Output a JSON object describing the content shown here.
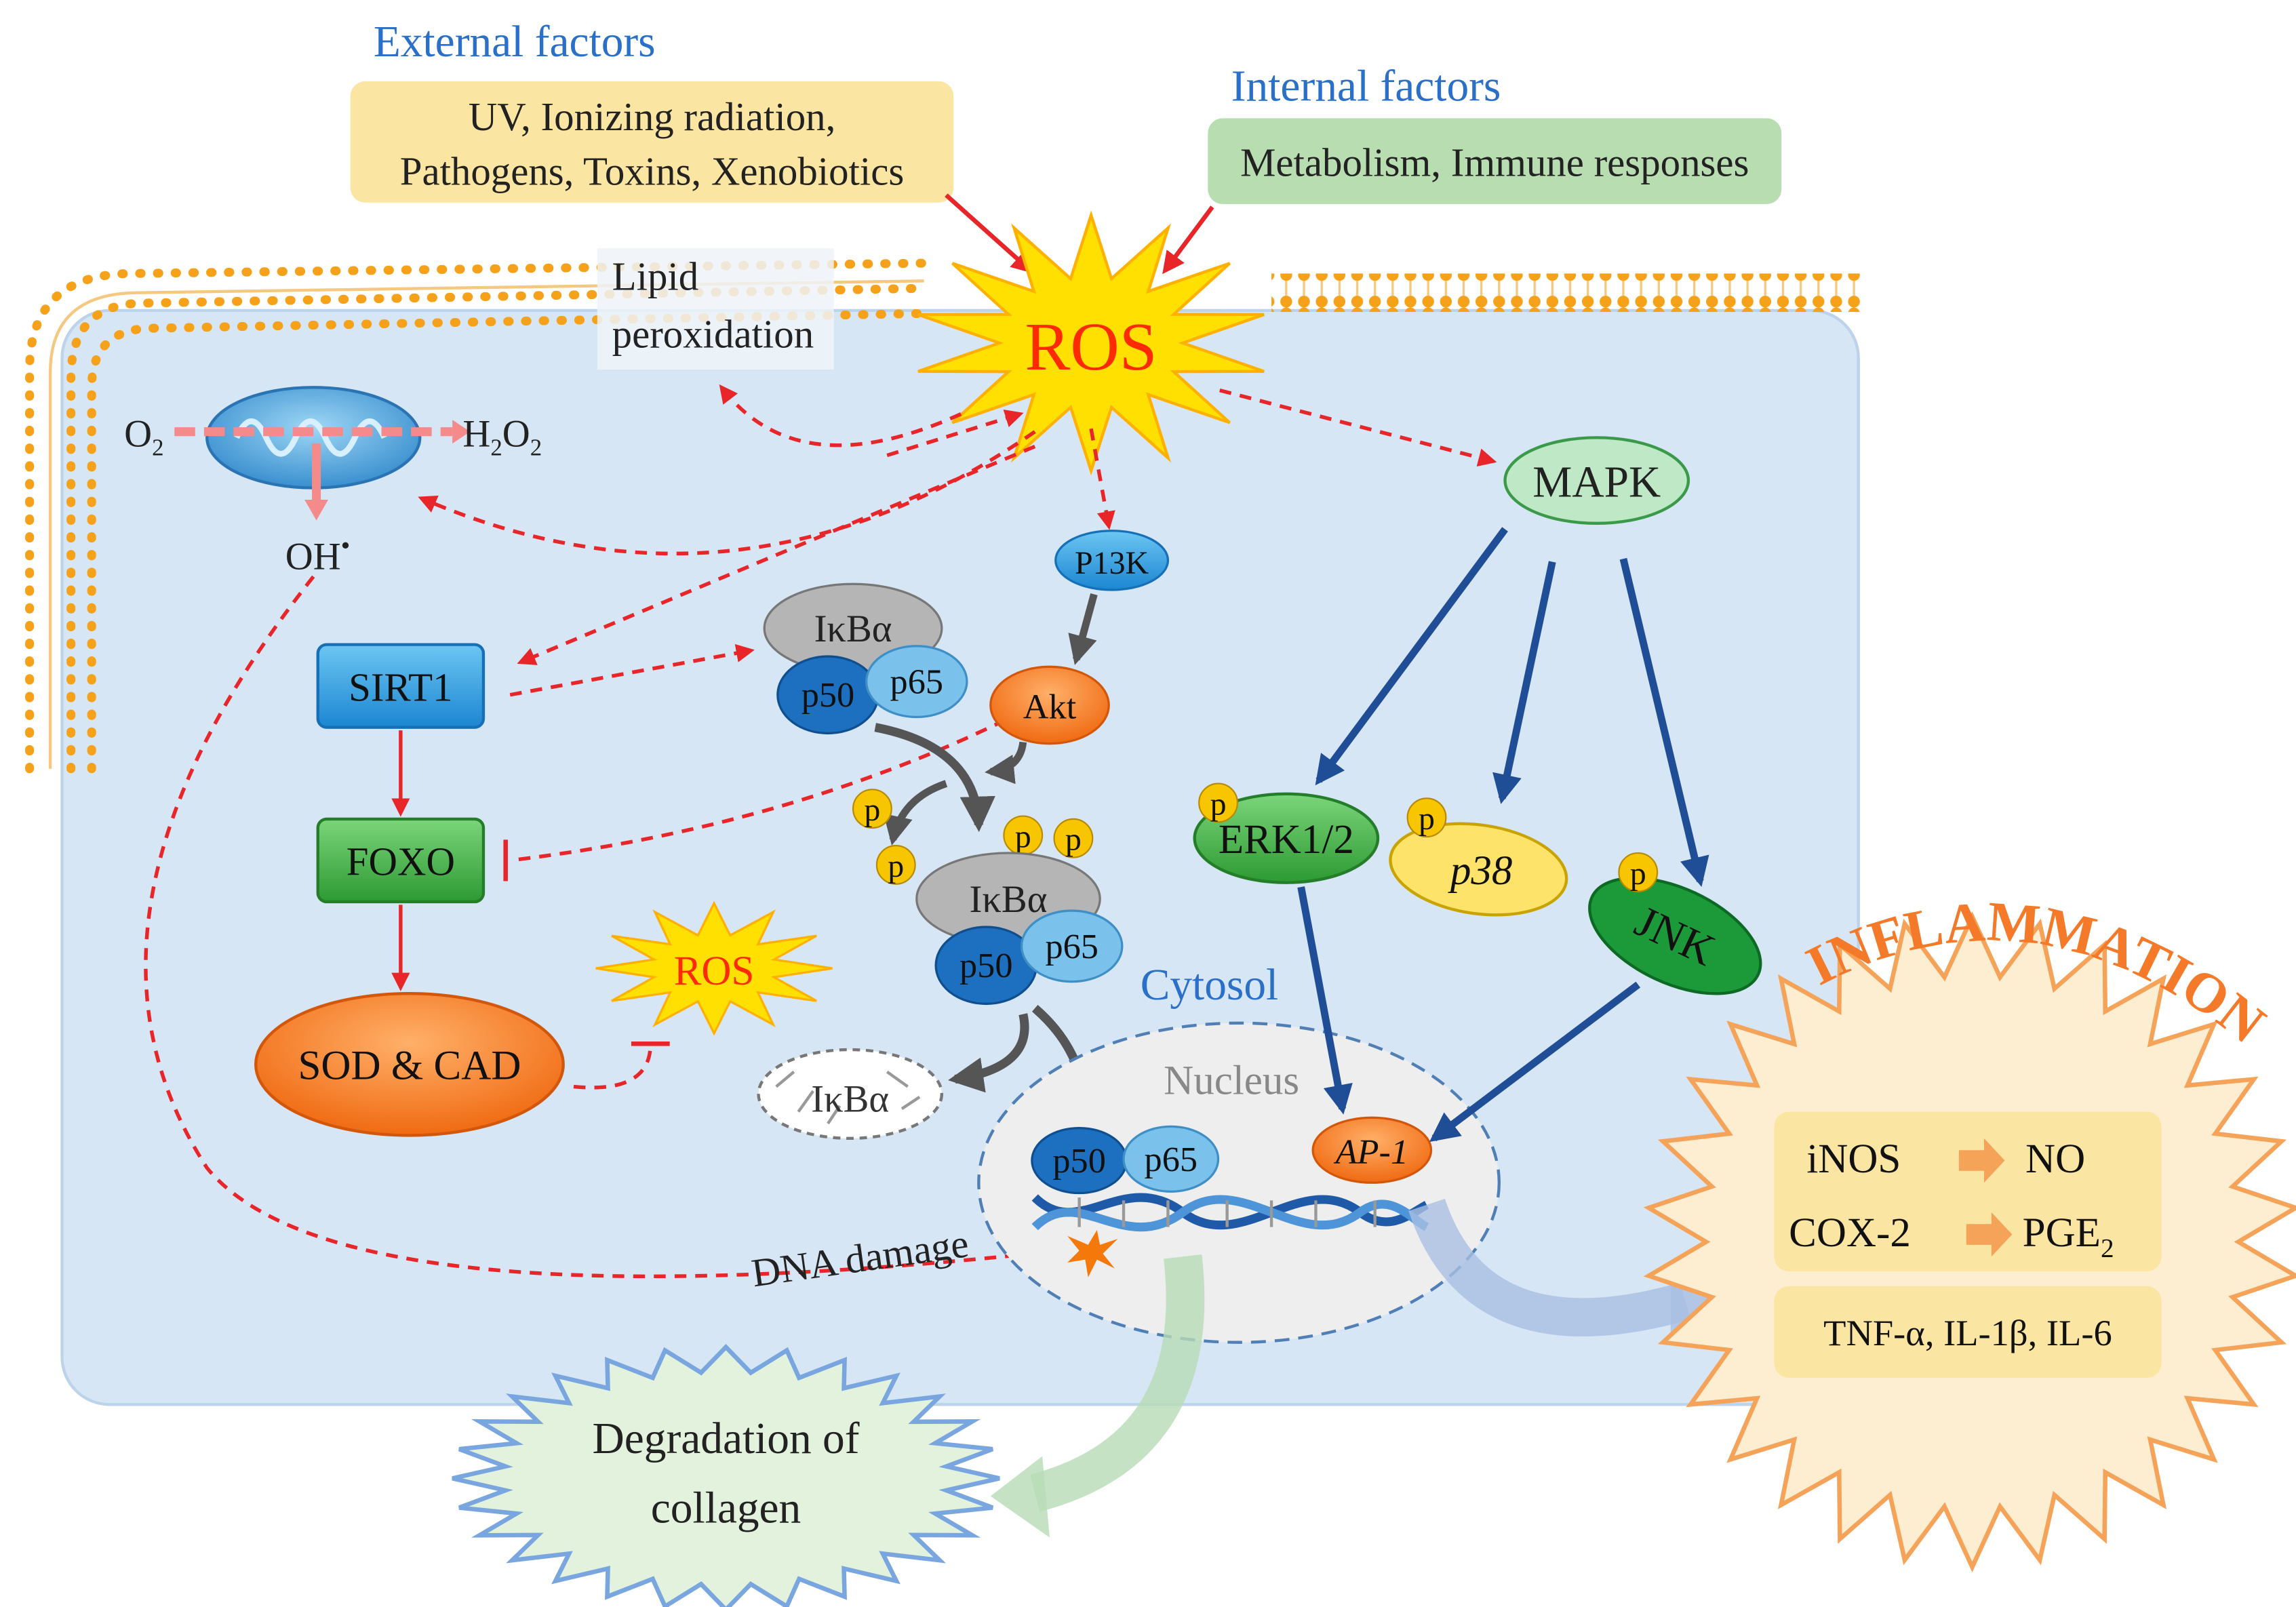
{
  "external": {
    "title": "External factors",
    "line1": "UV, Ionizing radiation,",
    "line2": "Pathogens, Toxins, Xenobiotics"
  },
  "internal": {
    "title": "Internal factors",
    "text": "Metabolism, Immune responses"
  },
  "ros_main": "ROS",
  "ros_small": "ROS",
  "lipid": {
    "line1": "Lipid",
    "line2": "peroxidation"
  },
  "mito": {
    "o2": "O",
    "o2_sub": "2",
    "h2o2_h": "H",
    "h2o2_sub1": "2",
    "h2o2_o": "O",
    "h2o2_sub2": "2",
    "oh": "OH",
    "oh_sup": "•"
  },
  "nodes": {
    "sirt1": "SIRT1",
    "foxo": "FOXO",
    "sod": "SOD & CAD",
    "pi3k": "P13K",
    "akt": "Akt",
    "mapk": "MAPK",
    "erk": "ERK1/2",
    "p38": "p38",
    "jnk": "JNK",
    "ap1": "AP-1"
  },
  "nfkb": {
    "ikba": "IκBα",
    "p50": "p50",
    "p65": "p65",
    "p": "p"
  },
  "labels": {
    "cytosol": "Cytosol",
    "nucleus": "Nucleus",
    "dna_damage": "DNA damage"
  },
  "collagen": {
    "line1": "Degradation of",
    "line2": "collagen"
  },
  "inflammation": {
    "title": "INFLAMMATION",
    "inos": "iNOS",
    "no": "NO",
    "cox2": "COX-2",
    "pge": "PGE",
    "pge_sub": "2",
    "cytokines": "TNF-α, IL-1β, IL-6"
  },
  "colors": {
    "cell": "#d6e6f5",
    "ros_fill": "#ffe000",
    "ros_text": "#ff2a00",
    "blue_arrow": "#1f4e96",
    "red_dash": "#e8262a",
    "inflammation": "#f47a2a",
    "external_box": "#fbe5a3",
    "internal_box": "#b8ddb0",
    "title_blue": "#2a6fc8"
  }
}
